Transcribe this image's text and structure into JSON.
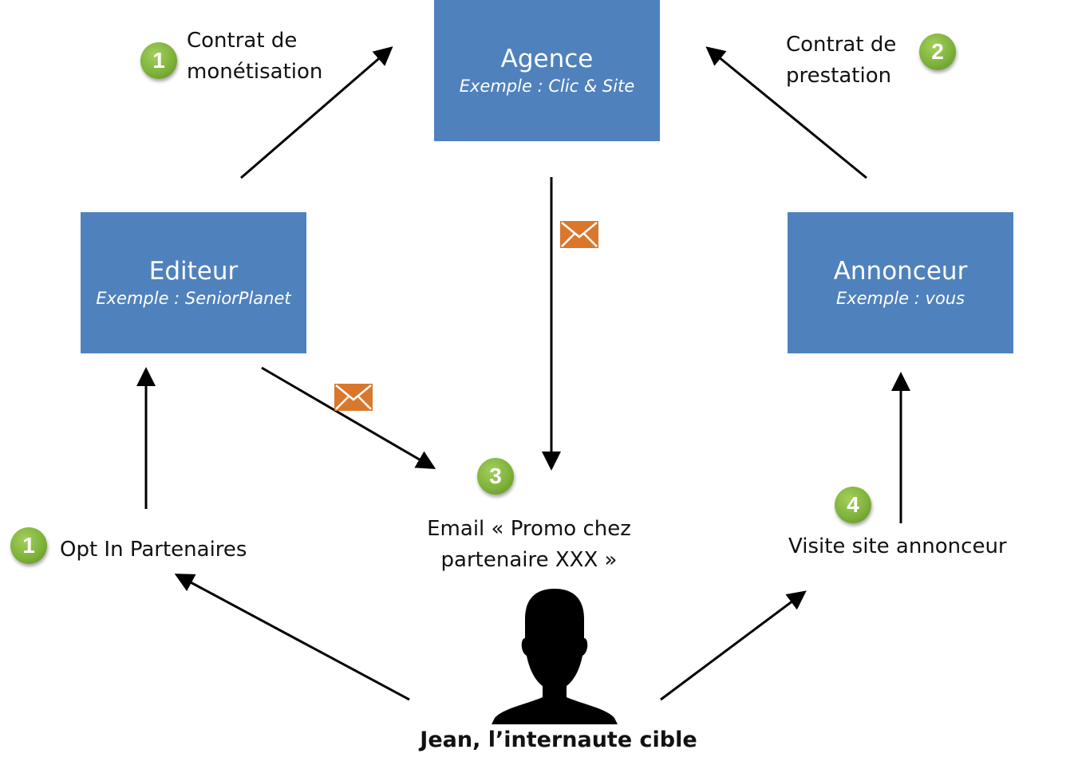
{
  "nodes": {
    "agence": {
      "title": "Agence",
      "subtitle": "Exemple : Clic & Site"
    },
    "editeur": {
      "title": "Editeur",
      "subtitle": "Exemple : SeniorPlanet"
    },
    "annonceur": {
      "title": "Annonceur",
      "subtitle": "Exemple : vous"
    }
  },
  "labels": {
    "contrat_monetisation": {
      "badge": "1",
      "line1": "Contrat de",
      "line2": "monétisation"
    },
    "contrat_prestation": {
      "badge": "2",
      "line1": "Contrat de",
      "line2": "prestation"
    },
    "opt_in": {
      "badge": "1",
      "text": "Opt In Partenaires"
    },
    "email": {
      "badge": "3",
      "line1": "Email « Promo chez",
      "line2": "partenaire XXX »"
    },
    "visite": {
      "badge": "4",
      "text": "Visite site annonceur"
    }
  },
  "person": {
    "caption": "Jean, l’internaute cible",
    "icon": "person-silhouette-icon"
  },
  "icons": {
    "envelope": "envelope-icon"
  },
  "colors": {
    "box": "#4f81bd",
    "badge": "#7fb33a",
    "envelope": "#d9782d",
    "arrow": "#000000"
  }
}
